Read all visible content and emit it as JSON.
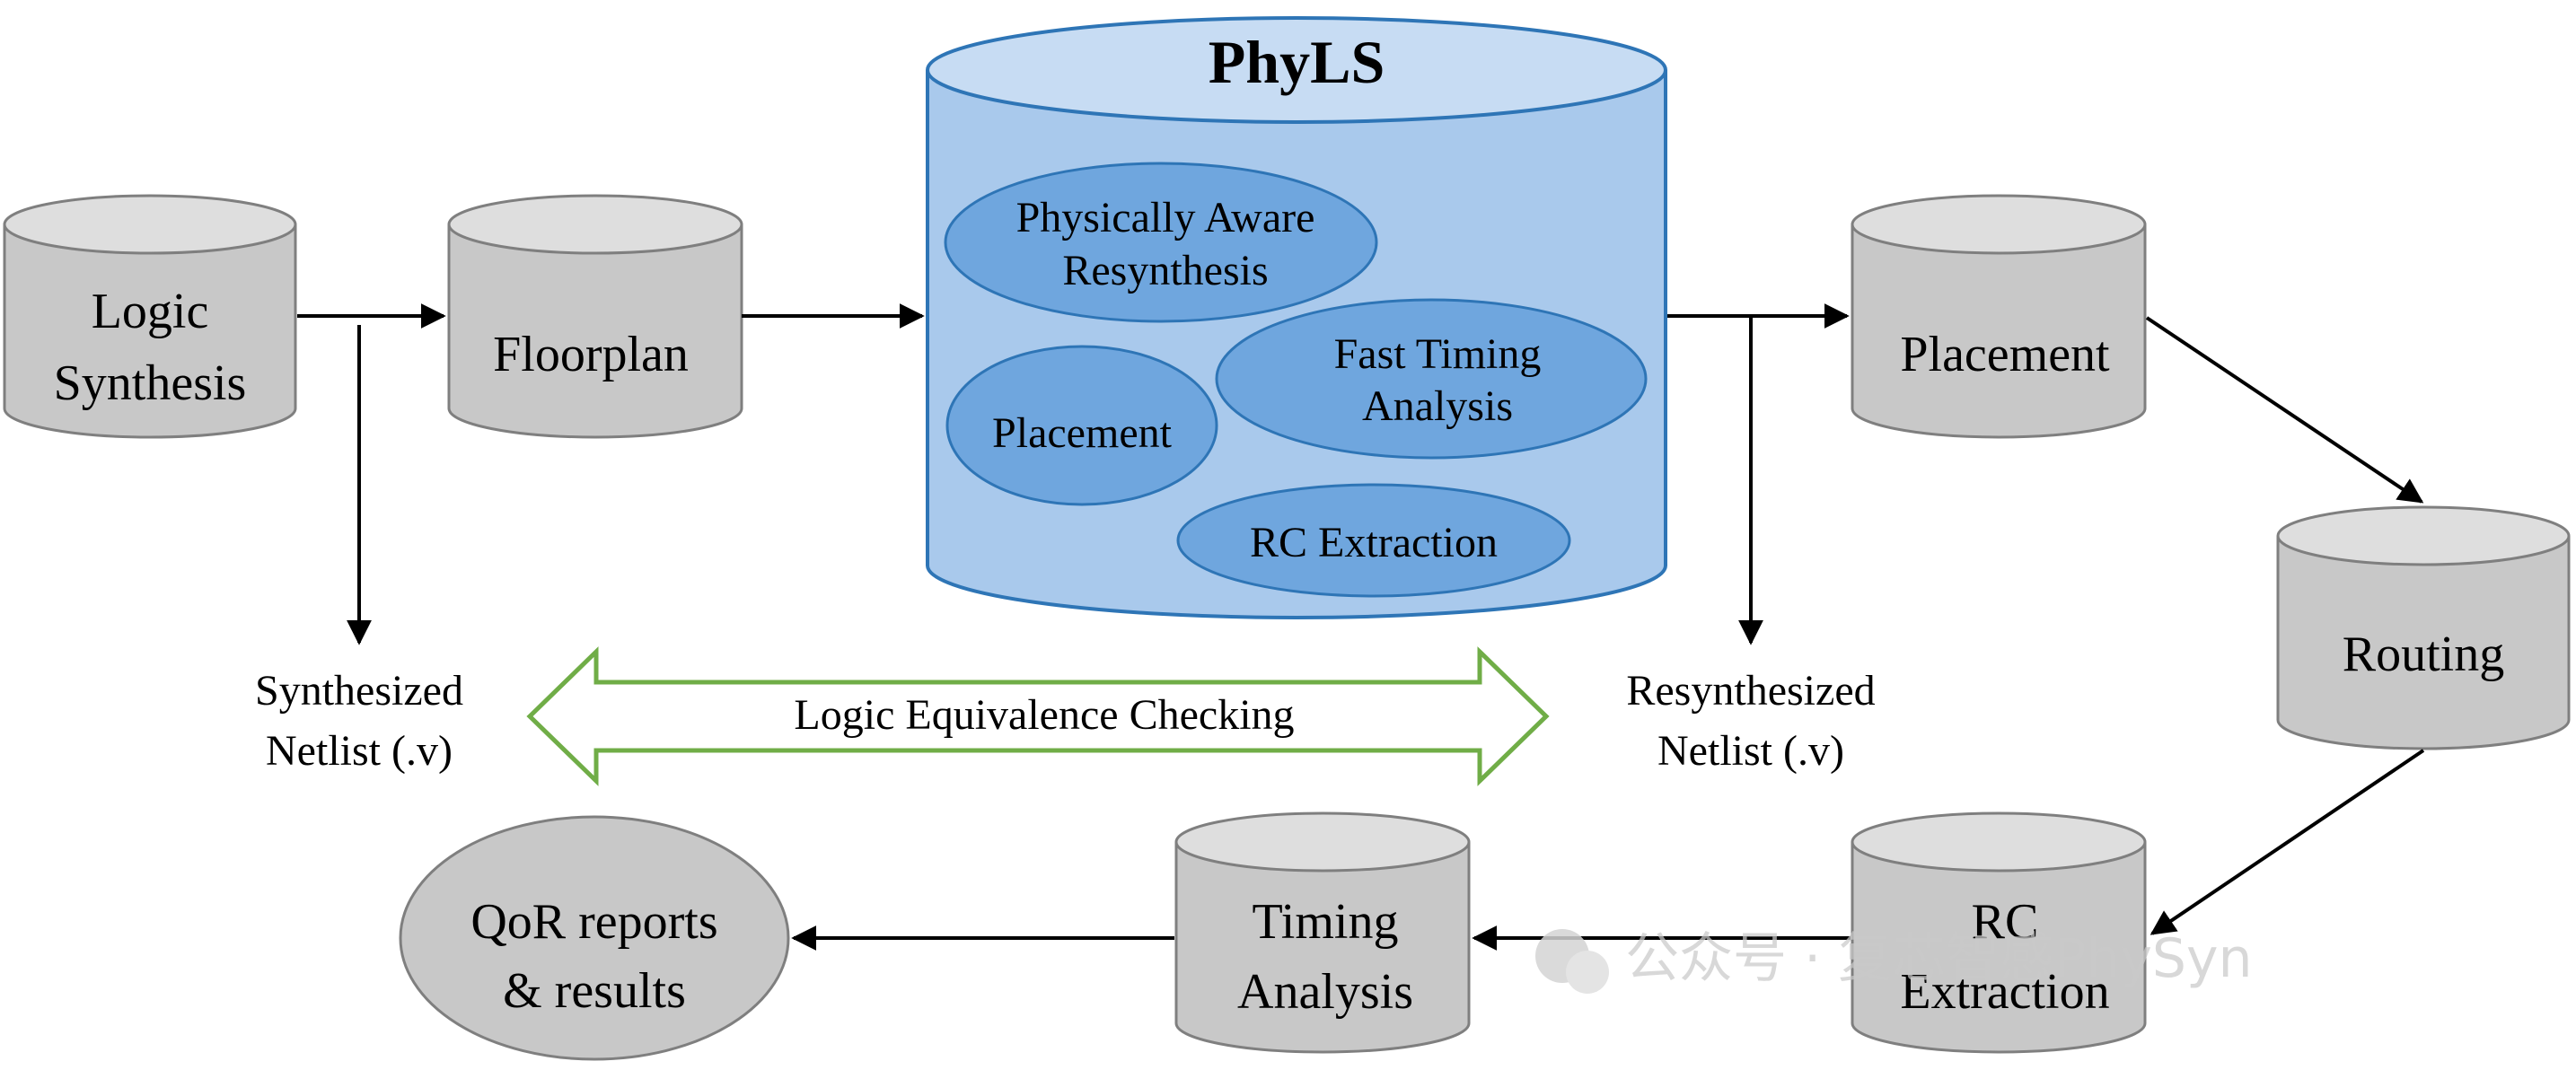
{
  "diagram": {
    "logic_synthesis": [
      "Logic",
      "Synthesis"
    ],
    "floorplan": "Floorplan",
    "phyls": {
      "title": "PhyLS",
      "physically_aware": [
        "Physically Aware",
        "Resynthesis"
      ],
      "placement": "Placement",
      "fast_timing": [
        "Fast Timing",
        "Analysis"
      ],
      "rc_extraction": "RC Extraction"
    },
    "placement": "Placement",
    "routing": "Routing",
    "rc_extraction": [
      "RC",
      "Extraction"
    ],
    "timing_analysis": [
      "Timing",
      "Analysis"
    ],
    "qor": [
      "QoR reports",
      "& results"
    ],
    "synthesized_netlist": [
      "Synthesized",
      "Netlist (.v)"
    ],
    "resynthesized_netlist": [
      "Resynthesized",
      "Netlist (.v)"
    ],
    "lec": "Logic Equivalence Checking"
  },
  "watermark": "公众号 · 复芯智感PhySyn",
  "colors": {
    "gray_body": "#c8c8c8",
    "gray_top": "#dedede",
    "blue_body": "#a9c9ec",
    "blue_top": "#c7dcf3",
    "blue_stroke": "#2e75b6",
    "ellipse_fill": "#6fa6de",
    "lec_green": "#70ad47"
  }
}
